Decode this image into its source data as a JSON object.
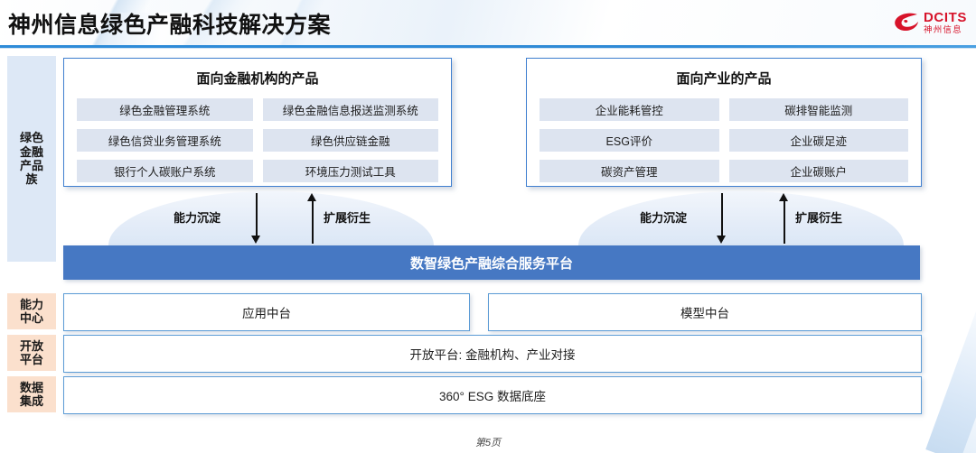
{
  "header": {
    "title": "神州信息绿色产融科技解决方案",
    "logo": {
      "en": "DCITS",
      "cn": "神州信息",
      "color": "#d7132a",
      "mark": "swoosh-icon"
    }
  },
  "sidebar": {
    "items": [
      {
        "label": "绿色\n金融\n产品\n族",
        "text": "绿色金融产品族",
        "style": "blue",
        "color": "#dde8f6"
      },
      {
        "label": "能力\n中心",
        "text": "能力中心",
        "style": "peach",
        "color": "#fbe0cd"
      },
      {
        "label": "开放\n平台",
        "text": "开放平台",
        "style": "peach",
        "color": "#fbe0cd"
      },
      {
        "label": "数据\n集成",
        "text": "数据集成",
        "style": "peach",
        "color": "#fbe0cd"
      }
    ]
  },
  "panels": [
    {
      "title": "面向金融机构的产品",
      "products": [
        "绿色金融管理系统",
        "绿色金融信息报送监测系统",
        "绿色信贷业务管理系统",
        "绿色供应链金融",
        "银行个人碳账户系统",
        "环境压力测试工具"
      ]
    },
    {
      "title": "面向产业的产品",
      "products": [
        "企业能耗管控",
        "碳排智能监测",
        "ESG评价",
        "企业碳足迹",
        "碳资产管理",
        "企业碳账户"
      ]
    }
  ],
  "flows": {
    "down_label": "能力沉淀",
    "up_label": "扩展衍生"
  },
  "platform": {
    "label": "数智绿色产融综合服务平台",
    "color": "#4678c3"
  },
  "capability_row": [
    {
      "label": "应用中台"
    },
    {
      "label": "模型中台"
    }
  ],
  "open_platform_row": {
    "label": "开放平台: 金融机构、产业对接"
  },
  "data_row": {
    "label": "360° ESG 数据底座"
  },
  "footer": {
    "page": "第5页"
  }
}
